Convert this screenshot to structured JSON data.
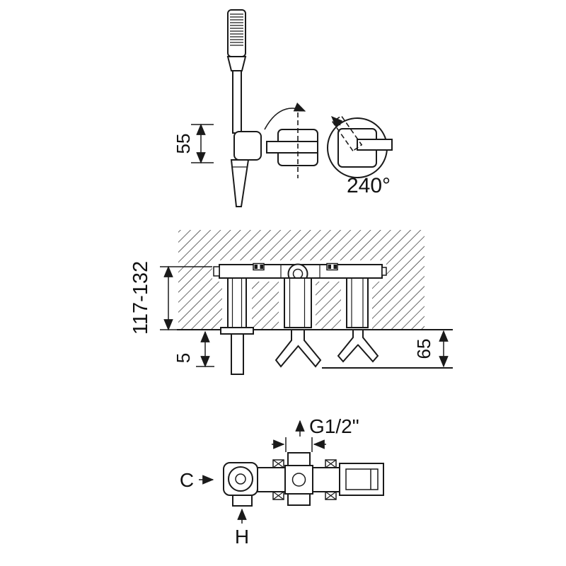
{
  "labels": {
    "holder_height": "55",
    "handle_rotation": "240°",
    "mounting_depth": "117-132",
    "deck_gap": "5",
    "side_clearance": "65",
    "thread_size": "G1/2\"",
    "cold_port": "C",
    "handshower_port": "H"
  },
  "colors": {
    "line": "#1a1a1a",
    "background": "#ffffff"
  }
}
